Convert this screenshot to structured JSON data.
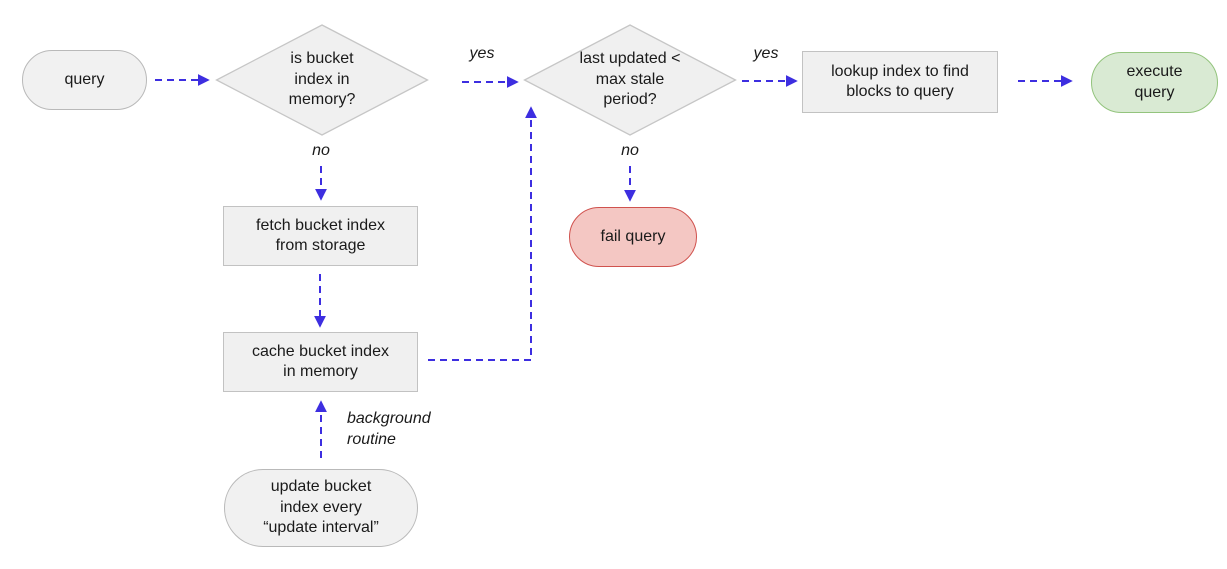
{
  "diagram": {
    "nodes": {
      "query": "query",
      "is_bucket_index_in_memory": "is bucket index in memory?",
      "fetch_bucket_index": "fetch bucket index from storage",
      "cache_bucket_index": "cache bucket index in memory",
      "last_updated_max_stale": "last updated < max stale period?",
      "fail_query": "fail query",
      "lookup_index": "lookup index to find blocks to query",
      "execute_query": "execute query",
      "update_bucket_index": "update bucket index every “update interval”"
    },
    "edge_labels": {
      "yes_memory": "yes",
      "no_memory": "no",
      "yes_stale": "yes",
      "no_stale": "no",
      "background_routine": "background routine"
    },
    "colors": {
      "arrow": "#3d2ee0",
      "node_fill": "#f1f1f1",
      "node_border": "#bdbdbd",
      "diamond_fill": "#f0f0f0",
      "diamond_border": "#c6c6c6",
      "fail_fill": "#f4c7c3",
      "fail_border": "#d0524e",
      "success_fill": "#d9ead3",
      "success_border": "#93c47d",
      "text": "#1a1a1a",
      "background": "#ffffff"
    }
  }
}
